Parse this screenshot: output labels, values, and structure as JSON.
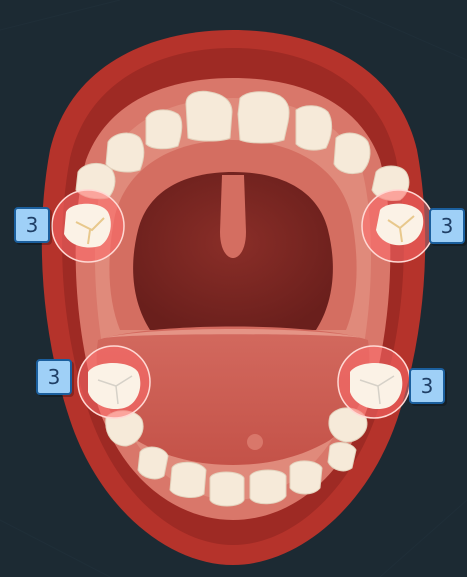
{
  "background_color": "#1c2a33",
  "accent_colors": {
    "lip": "#b5332b",
    "gum": "#d9776a",
    "tooth": "#f6ead9",
    "highlight": "#ff6c6c",
    "badge": "#9fd0f7"
  },
  "tooth_markers": [
    {
      "id": "upper-left-molar",
      "count": "3"
    },
    {
      "id": "upper-right-molar",
      "count": "3"
    },
    {
      "id": "lower-left-molar",
      "count": "3"
    },
    {
      "id": "lower-right-molar",
      "count": "3"
    }
  ]
}
